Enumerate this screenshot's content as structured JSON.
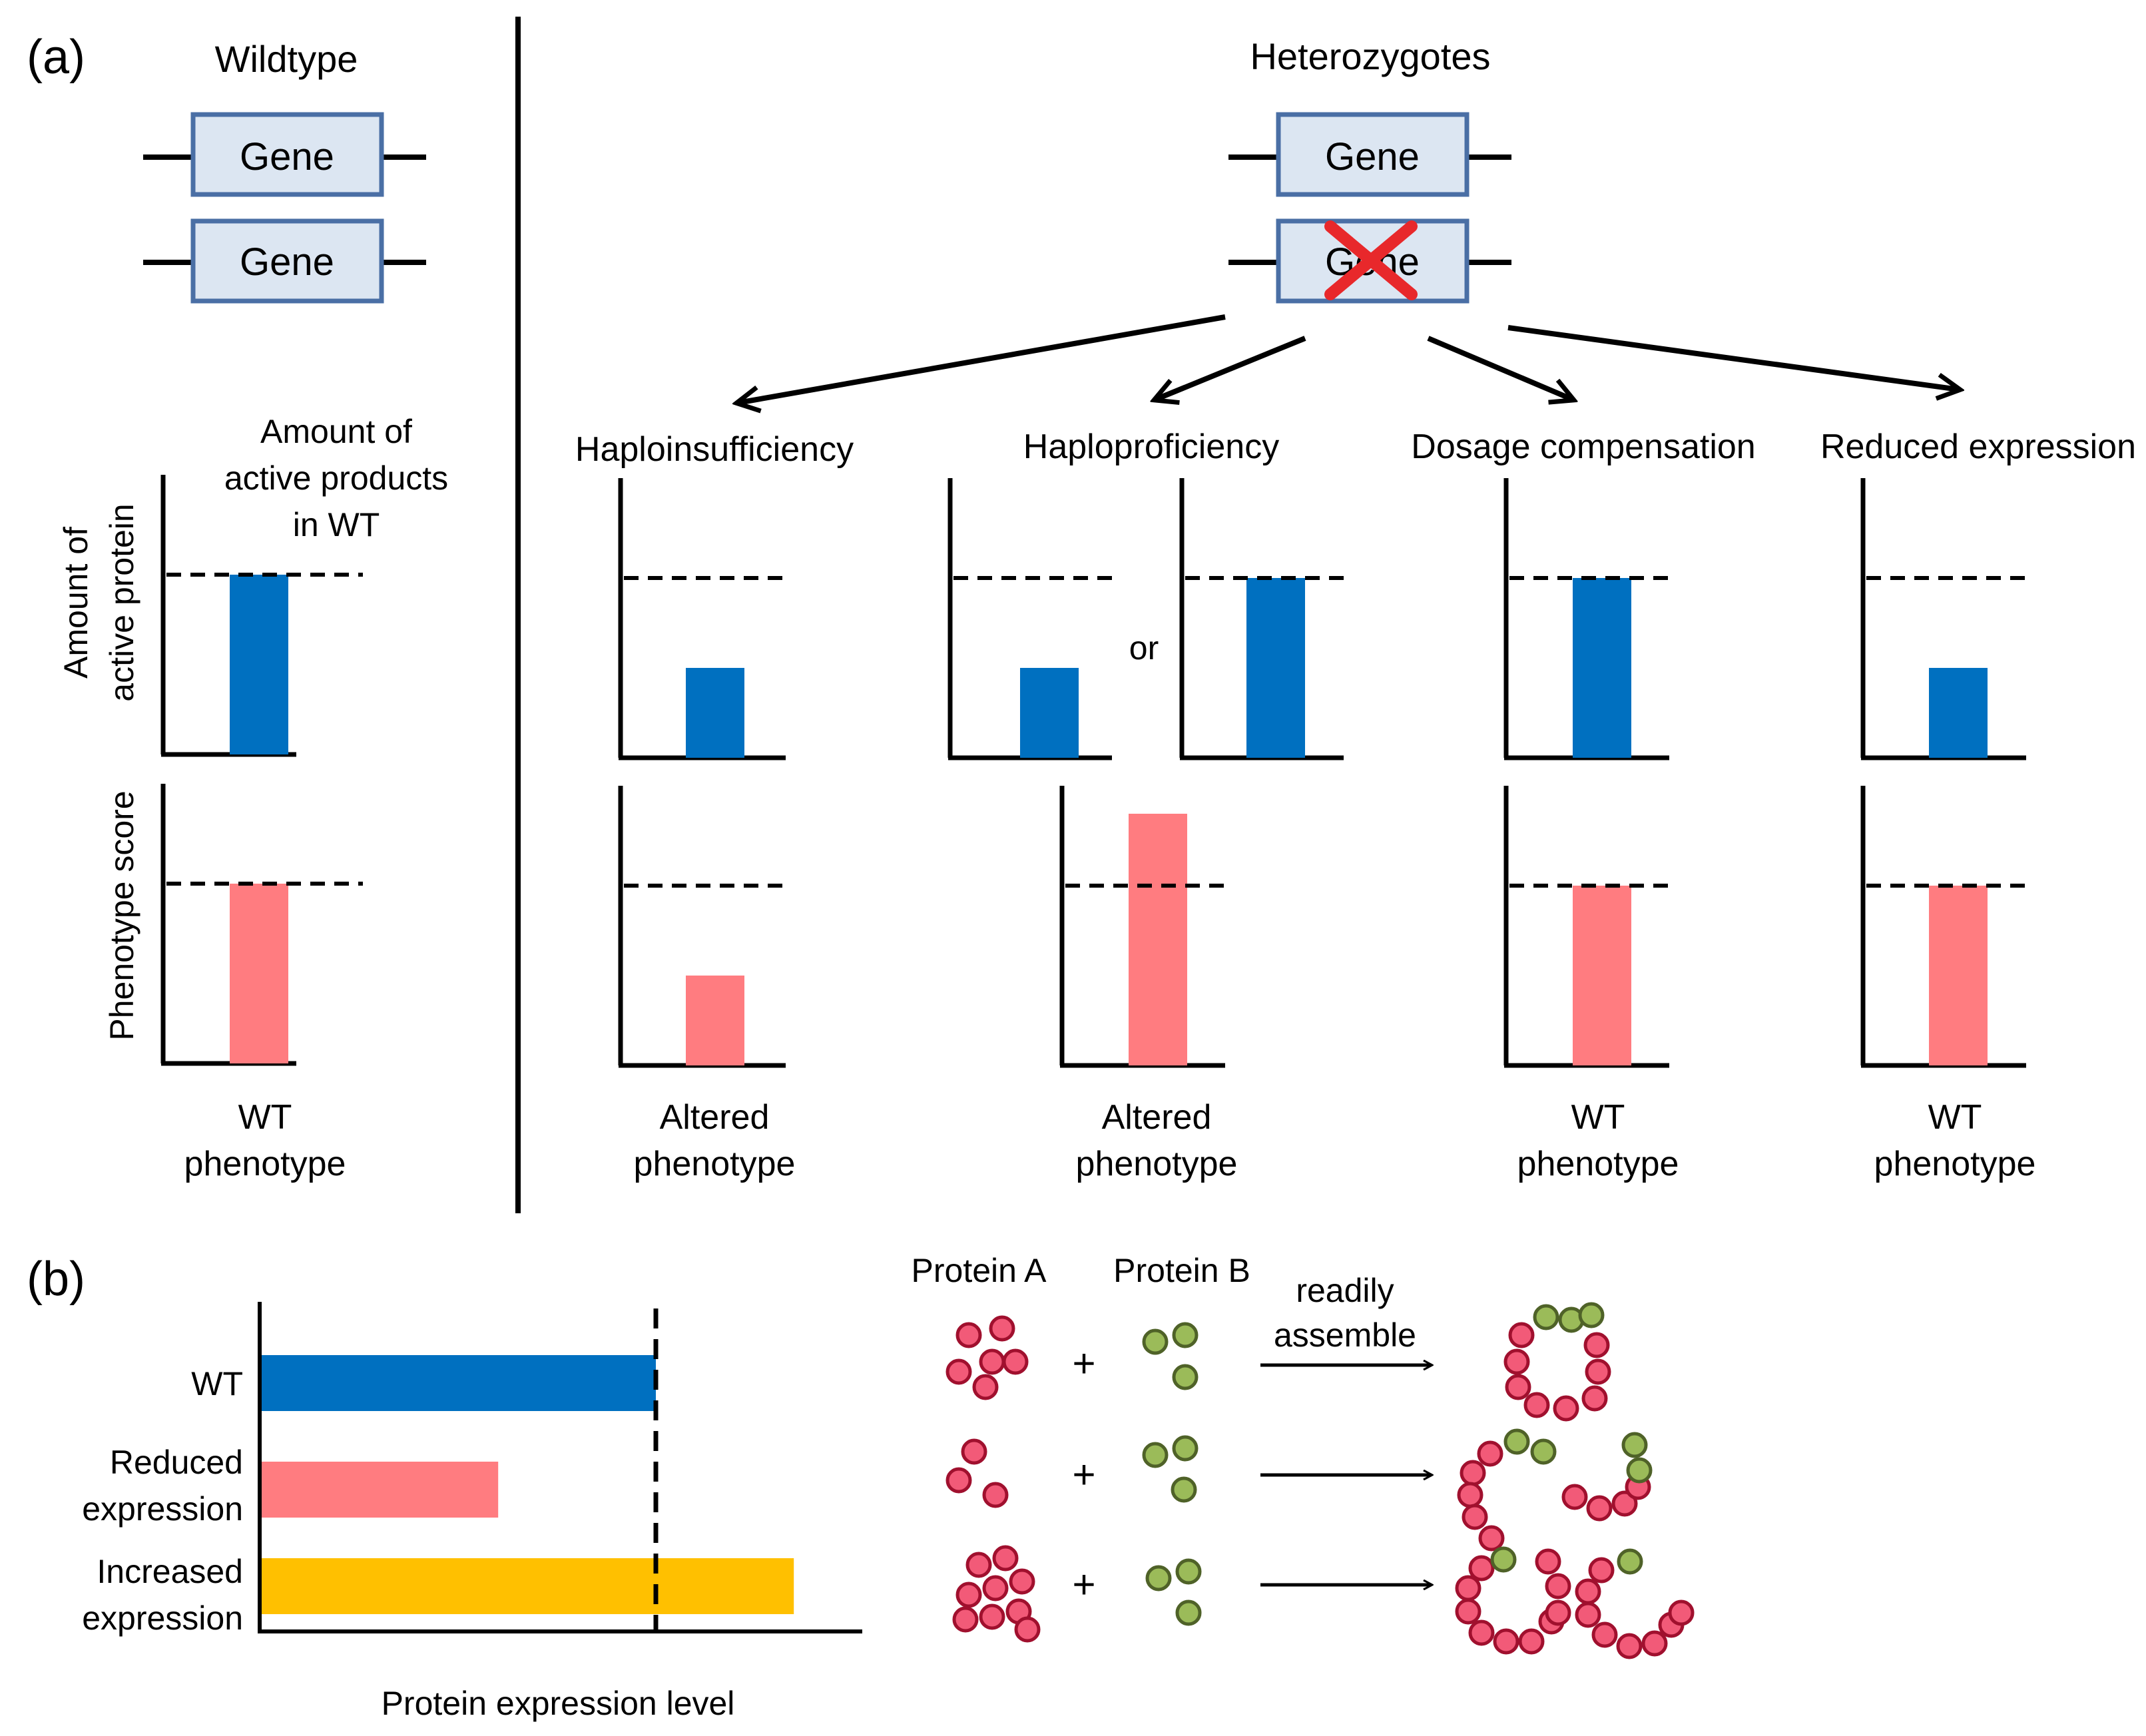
{
  "colors": {
    "protein_bar": "#0070C0",
    "phenotype_bar": "#FF7C80",
    "increased_bar": "#FFC000",
    "gene_fill": "#DCE6F2",
    "gene_stroke": "#4A6FA5",
    "cross": "#E8282B",
    "protein_a_fill": "#F25A78",
    "protein_a_stroke": "#A0102E",
    "protein_b_fill": "#9BBB59",
    "protein_b_stroke": "#4F6228",
    "text": "#000000"
  },
  "panel_a": {
    "label": "(a)",
    "wildtype_title": "Wildtype",
    "heterozygotes_title": "Heterozygotes",
    "gene_label": "Gene",
    "wt_note": [
      "Amount of",
      "active products",
      "in WT"
    ],
    "ylabel_protein": [
      "Amount of",
      "active protein"
    ],
    "ylabel_phenotype": "Phenotype score",
    "or_label": "or",
    "wt_phenotype": [
      "WT",
      "phenotype"
    ],
    "mechanisms": [
      {
        "name": "Haploinsufficiency",
        "protein_level": 0.5,
        "phenotype_level": 0.5,
        "outcome": [
          "Altered",
          "phenotype"
        ]
      },
      {
        "name": "Haploproficiency",
        "protein_level": 0.5,
        "protein_level_alt": 1.0,
        "phenotype_level": 1.4,
        "outcome": [
          "Altered",
          "phenotype"
        ]
      },
      {
        "name": "Dosage compensation",
        "protein_level": 1.0,
        "phenotype_level": 1.0,
        "outcome": [
          "WT",
          "phenotype"
        ]
      },
      {
        "name": "Reduced expression",
        "protein_level": 0.5,
        "phenotype_level": 1.0,
        "outcome": [
          "WT",
          "phenotype"
        ]
      }
    ]
  },
  "panel_b": {
    "label": "(b)",
    "chart_data": {
      "type": "bar",
      "orientation": "horizontal",
      "categories": [
        "WT",
        "Reduced expression",
        "Increased expression"
      ],
      "category_lines": [
        [
          "WT"
        ],
        [
          "Reduced",
          "expression"
        ],
        [
          "Increased",
          "expression"
        ]
      ],
      "values": [
        1.0,
        0.6,
        1.35
      ],
      "reference_level": 1.0,
      "xlabel": "Protein expression level",
      "ylabel": ""
    },
    "protein_a_label": "Protein A",
    "protein_b_label": "Protein B",
    "plus": "+",
    "assemble_label": [
      "readily",
      "assemble"
    ],
    "rows": [
      {
        "protein_a_count": 6,
        "protein_b_count": 3
      },
      {
        "protein_a_count": 3,
        "protein_b_count": 3
      },
      {
        "protein_a_count": 9,
        "protein_b_count": 3
      }
    ]
  }
}
